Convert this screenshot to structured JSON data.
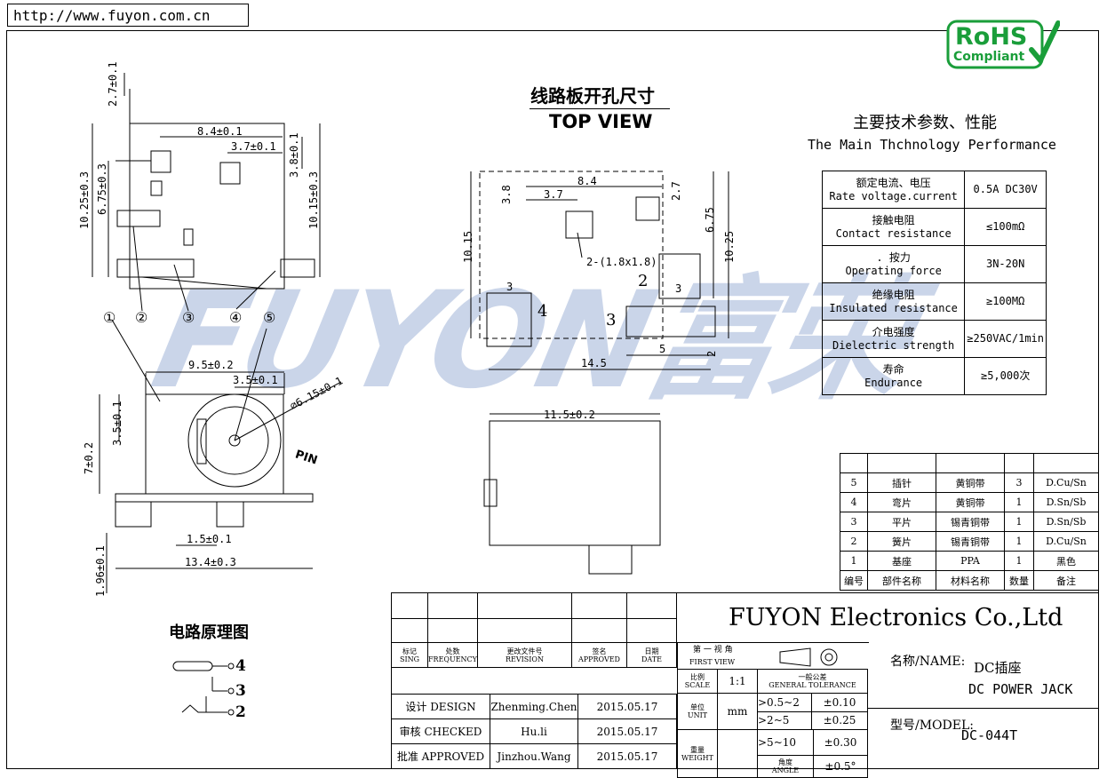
{
  "header": {
    "url": "http://www.fuyon.com.cn"
  },
  "rohs": {
    "line1": "RoHS",
    "line2": "Compliant",
    "color": "#1a9e3a"
  },
  "watermark": {
    "text": "FUYON富荣",
    "color": "#9fb3d8"
  },
  "top_view": {
    "title_cn": "线路板开孔尺寸",
    "title_en": "TOP VIEW"
  },
  "left_view_dims": {
    "d1": "2.7±0.1",
    "d2": "8.4±0.1",
    "d3": "3.7±0.1",
    "d4": "3.8±0.1",
    "d5": "10.25±0.3",
    "d6": "6.75±0.3",
    "d7": "10.15±0.3"
  },
  "callouts": [
    "①",
    "②",
    "③",
    "④",
    "⑤"
  ],
  "front_view_dims": {
    "d1": "9.5±0.2",
    "d2": "3.5±0.1",
    "d3": "⌀6.15±0.1",
    "d4": "3.5±0.1",
    "d5": "7±0.2",
    "d6": "1.5±0.1",
    "d7": "13.4±0.3",
    "d8": "1.96±0.1",
    "pin": "PIN"
  },
  "pcb_dims": {
    "d1": "8.4",
    "d2": "3.7",
    "d3": "3.8",
    "d4": "2.7",
    "d5": "10.15",
    "d6": "6.75",
    "d7": "10.25",
    "hole": "2-(1.8x1.8)",
    "p2": "2",
    "p3": "3",
    "p4": "4",
    "d8": "3",
    "d9": "3",
    "d10": "5",
    "d11": "2",
    "d12": "14.5"
  },
  "side_view": {
    "dim": "11.5±0.2"
  },
  "circuit": {
    "title": "电路原理图",
    "pins": [
      "4",
      "3",
      "2"
    ]
  },
  "performance": {
    "title_cn": "主要技术参数、性能",
    "title_en": "The Main Thchnology Performance",
    "rows": [
      {
        "cn": "额定电流、电压",
        "en": "Rate voltage.current",
        "value": "0.5A DC30V"
      },
      {
        "cn": "接触电阻",
        "en": "Contact resistance",
        "value": "≤100mΩ"
      },
      {
        "cn": ". 按力",
        "en": "Operating force",
        "value": "3N-20N"
      },
      {
        "cn": "绝缘电阻",
        "en": "Insulated resistance",
        "value": "≥100MΩ"
      },
      {
        "cn": "介电强度",
        "en": "Dielectric strength",
        "value": "≥250VAC/1min"
      },
      {
        "cn": "寿命",
        "en": "Endurance",
        "value": "≥5,000次"
      }
    ]
  },
  "bom": {
    "rows": [
      {
        "no": "5",
        "part": "插针",
        "material": "黄铜带",
        "qty": "3",
        "note": "D.Cu/Sn"
      },
      {
        "no": "4",
        "part": "弯片",
        "material": "黄铜带",
        "qty": "1",
        "note": "D.Sn/Sb"
      },
      {
        "no": "3",
        "part": "平片",
        "material": "锡青铜带",
        "qty": "1",
        "note": "D.Sn/Sb"
      },
      {
        "no": "2",
        "part": "簧片",
        "material": "锡青铜带",
        "qty": "1",
        "note": "D.Cu/Sn"
      },
      {
        "no": "1",
        "part": "基座",
        "material": "PPA",
        "qty": "1",
        "note": "黑色"
      }
    ],
    "headers": [
      "编号",
      "部件名称",
      "材料名称",
      "数量",
      "备注"
    ]
  },
  "title_block": {
    "company": "FUYON Electronics Co.,Ltd",
    "rev_headers": [
      {
        "cn": "标记",
        "en": "SING"
      },
      {
        "cn": "处数",
        "en": "FREQUENCY"
      },
      {
        "cn": "更改文件号",
        "en": "REVISION"
      },
      {
        "cn": "签名",
        "en": "APPROVED"
      },
      {
        "cn": "日期",
        "en": "DATE"
      }
    ],
    "sign_rows": [
      {
        "role": "设计 DESIGN",
        "name": "Zhenming.Chen",
        "date": "2015.05.17"
      },
      {
        "role": "审核 CHECKED",
        "name": "Hu.li",
        "date": "2015.05.17"
      },
      {
        "role": "批准 APPROVED",
        "name": "Jinzhou.Wang",
        "date": "2015.05.17"
      }
    ],
    "first_view_cn": "第 一 视 角",
    "first_view_en": "FIRST VIEW",
    "scale_cn": "比例",
    "scale_en": "SCALE",
    "scale": "1:1",
    "tol_cn": "一般公差",
    "tol_en": "GENERAL TOLERANCE",
    "unit_cn": "单位",
    "unit_en": "UNIT",
    "unit": "mm",
    "weight_cn": "重量",
    "weight_en": "WEIGHT",
    "angle_cn": "角度",
    "angle_en": "ANGLE",
    "tolerances": [
      {
        "range": ">0.5~2",
        "tol": "±0.10"
      },
      {
        "range": ">2~5",
        "tol": "±0.25"
      },
      {
        "range": ">5~10",
        "tol": "±0.30"
      },
      {
        "range": "",
        "tol": "±0.5°"
      }
    ],
    "name_label": "名称/NAME:",
    "name_cn": "DC插座",
    "name_en": "DC POWER JACK",
    "model_label": "型号/MODEL:",
    "model": "DC-044T"
  }
}
